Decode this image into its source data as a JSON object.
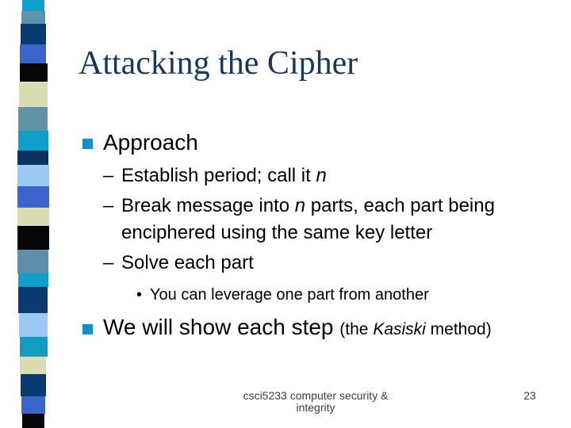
{
  "slide": {
    "title": "Attacking the Cipher",
    "page_number": "23",
    "footer_line1": "csci5233 computer security &",
    "footer_line2": "integrity"
  },
  "colors": {
    "title": "#17375e",
    "bullet_square": "#1191c8",
    "body_text": "#000000",
    "footer_text": "#3d3d3d"
  },
  "content": {
    "bullet1_label": "Approach",
    "dash_items": [
      {
        "dash": "–",
        "pre": "Establish period; call it ",
        "italic": "n",
        "post": ""
      },
      {
        "dash": "–",
        "pre": "Break message into ",
        "italic": "n",
        "post": " parts, each part being enciphered using the same key letter"
      },
      {
        "dash": "–",
        "pre": "Solve each part",
        "italic": "",
        "post": ""
      }
    ],
    "sub_bullet": {
      "marker": "•",
      "text": "You can leverage one part from another"
    },
    "bullet2": {
      "main": "We will show each step ",
      "paren_pre": "(the ",
      "paren_italic": "Kasiski",
      "paren_post": " method)"
    }
  },
  "strip_segments": [
    {
      "color": "#0f9fca",
      "height": 14
    },
    {
      "color": "#5e92ad",
      "height": 16
    },
    {
      "color": "#0b3a70",
      "height": 26
    },
    {
      "color": "#3a64cc",
      "height": 24
    },
    {
      "color": "#060608",
      "height": 23
    },
    {
      "color": "#dcdcb2",
      "height": 32
    },
    {
      "color": "#6093a6",
      "height": 30
    },
    {
      "color": "#0f9fca",
      "height": 25
    },
    {
      "color": "#0b3260",
      "height": 18
    },
    {
      "color": "#9cc8f2",
      "height": 27
    },
    {
      "color": "#3a64cc",
      "height": 27
    },
    {
      "color": "#dcdcb2",
      "height": 23
    },
    {
      "color": "#060608",
      "height": 30
    },
    {
      "color": "#5e8fa8",
      "height": 30
    },
    {
      "color": "#0f9fca",
      "height": 17
    },
    {
      "color": "#0b3a70",
      "height": 33
    },
    {
      "color": "#9cc8f2",
      "height": 30
    },
    {
      "color": "#129cc0",
      "height": 25
    },
    {
      "color": "#dcdcb2",
      "height": 22
    },
    {
      "color": "#0b3a70",
      "height": 28
    },
    {
      "color": "#3a64cc",
      "height": 22
    },
    {
      "color": "#060608",
      "height": 18
    }
  ]
}
